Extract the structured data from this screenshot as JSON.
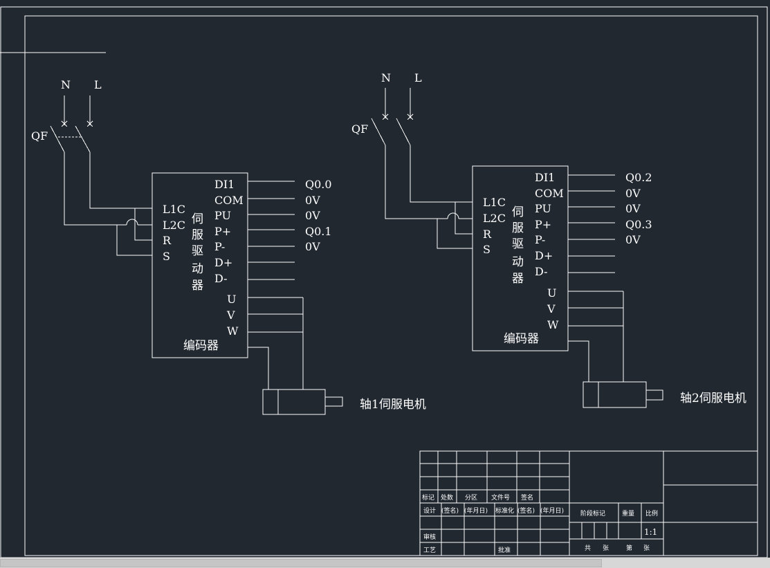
{
  "colors": {
    "background": "#212830",
    "lines": "#ffffff",
    "scrollbar": "#d7d7d7"
  },
  "axis1": {
    "n": "N",
    "l": "L",
    "qf": "QF",
    "left_pins": [
      "L1C",
      "L2C",
      "R",
      "S"
    ],
    "title": [
      "伺",
      "服",
      "驱",
      "动",
      "器"
    ],
    "right_pins": [
      "DI1",
      "COM",
      "PU",
      "P+",
      "P-",
      "D+",
      "D-"
    ],
    "uvw": [
      "U",
      "V",
      "W"
    ],
    "encoder": "编码器",
    "signals": [
      "Q0.0",
      "0V",
      "0V",
      "Q0.1",
      "0V"
    ],
    "motor": "轴1伺服电机"
  },
  "axis2": {
    "n": "N",
    "l": "L",
    "qf": "QF",
    "left_pins": [
      "L1C",
      "L2C",
      "R",
      "S"
    ],
    "title": [
      "伺",
      "服",
      "驱",
      "动",
      "器"
    ],
    "right_pins": [
      "DI1",
      "COM",
      "PU",
      "P+",
      "P-",
      "D+",
      "D-"
    ],
    "uvw": [
      "U",
      "V",
      "W"
    ],
    "encoder": "编码器",
    "signals": [
      "Q0.2",
      "0V",
      "0V",
      "Q0.3",
      "0V"
    ],
    "motor": "轴2伺服电机"
  },
  "title_block": {
    "row_labels": [
      "标记",
      "处数",
      "分区",
      "文件号",
      "签名"
    ],
    "design_row": [
      "设计",
      "(签名)",
      "(年月日)",
      "标准化",
      "(签名)",
      "(年月日)"
    ],
    "review": "审核",
    "process": "工艺",
    "approve": "批准",
    "stage_mark": "阶段标记",
    "weight": "重量",
    "scale_label": "比例",
    "scale_value": "1:1",
    "total": "共",
    "sheets": "张",
    "page": "第",
    "sheet2": "张"
  }
}
